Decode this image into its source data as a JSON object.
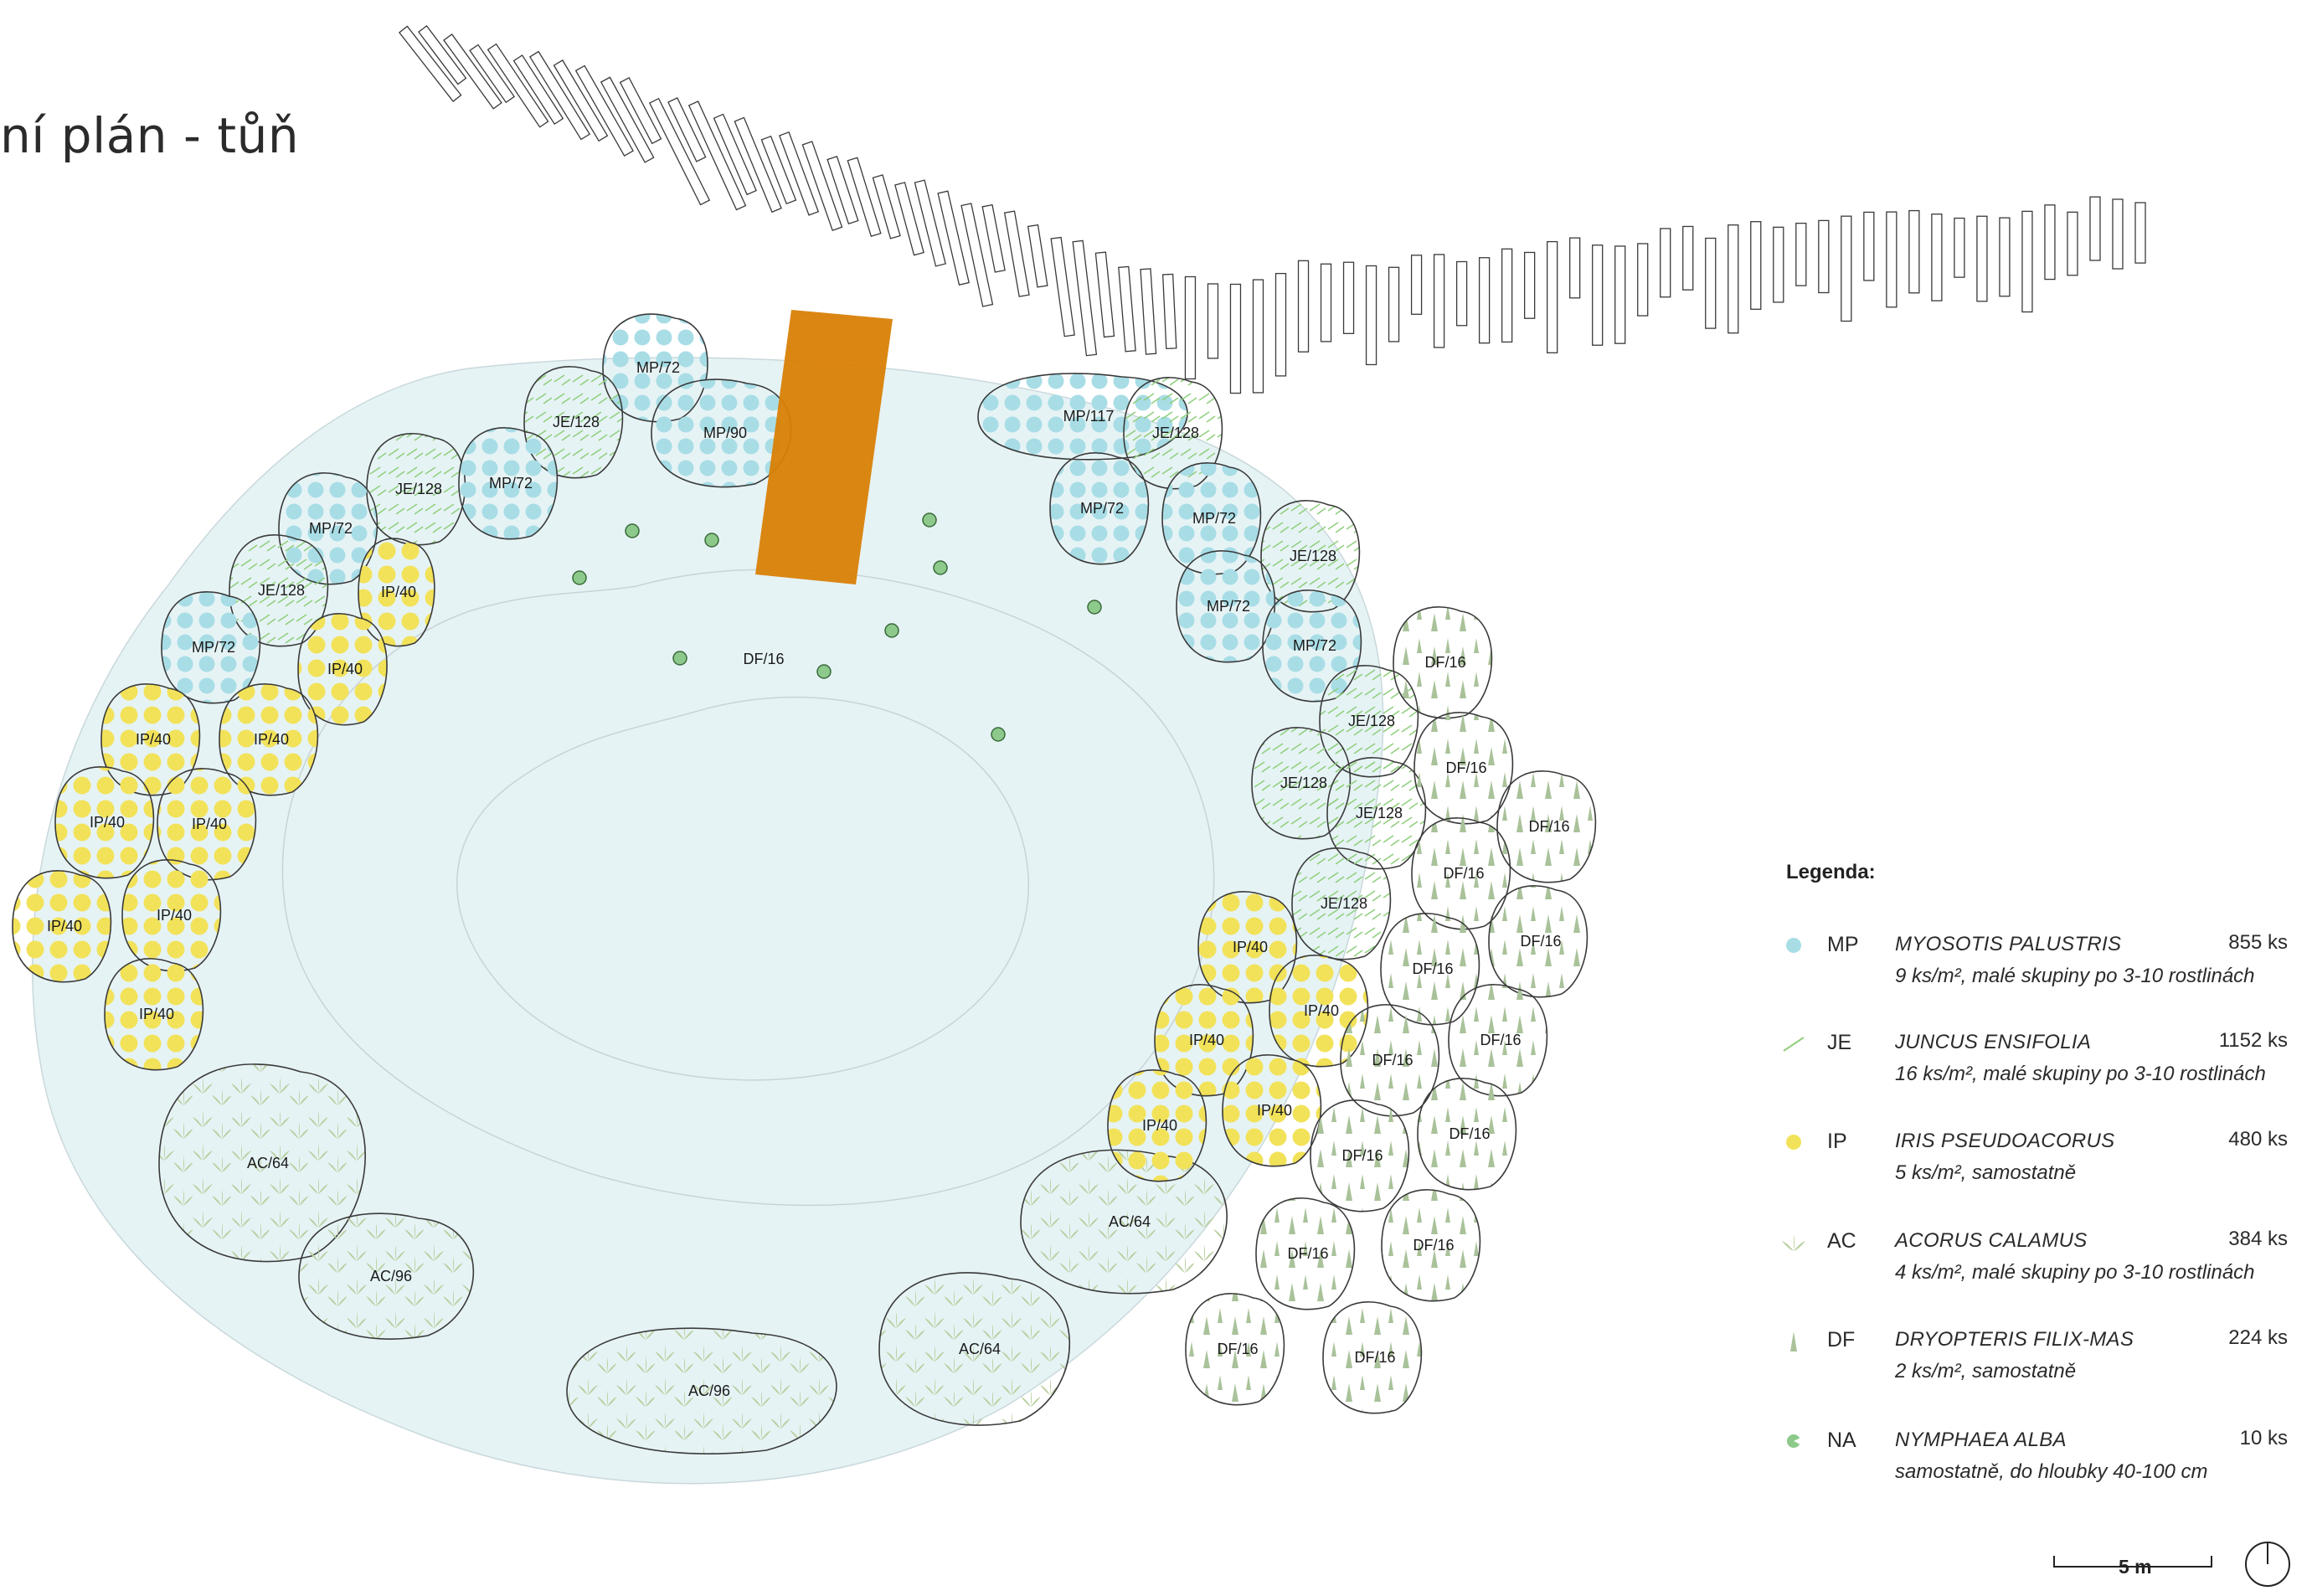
{
  "title": "ní plán - tůň",
  "zones": [
    {
      "label": "MP/72",
      "code": "MP"
    },
    {
      "label": "MP/90",
      "code": "MP"
    },
    {
      "label": "MP/117",
      "code": "MP"
    },
    {
      "label": "JE/128",
      "code": "JE"
    },
    {
      "label": "JE/128",
      "code": "JE"
    },
    {
      "label": "MP/72",
      "code": "MP"
    },
    {
      "label": "MP/72",
      "code": "MP"
    },
    {
      "label": "JE/128",
      "code": "JE"
    },
    {
      "label": "IP/40",
      "code": "IP"
    },
    {
      "label": "MP/72",
      "code": "MP"
    },
    {
      "label": "IP/40",
      "code": "IP"
    },
    {
      "label": "IP/40",
      "code": "IP"
    },
    {
      "label": "IP/40",
      "code": "IP"
    },
    {
      "label": "IP/40",
      "code": "IP"
    },
    {
      "label": "IP/40",
      "code": "IP"
    },
    {
      "label": "IP/40",
      "code": "IP"
    },
    {
      "label": "IP/40",
      "code": "IP"
    },
    {
      "label": "IP/40",
      "code": "IP"
    },
    {
      "label": "AC/64",
      "code": "AC"
    },
    {
      "label": "AC/96",
      "code": "AC"
    },
    {
      "label": "AC/96",
      "code": "AC"
    },
    {
      "label": "AC/64",
      "code": "AC"
    },
    {
      "label": "AC/64",
      "code": "AC"
    },
    {
      "label": "JE/128",
      "code": "JE"
    },
    {
      "label": "MP/72",
      "code": "MP"
    },
    {
      "label": "MP/72",
      "code": "MP"
    },
    {
      "label": "JE/128",
      "code": "JE"
    },
    {
      "label": "MP/72",
      "code": "MP"
    },
    {
      "label": "MP/72",
      "code": "MP"
    },
    {
      "label": "JE/128",
      "code": "JE"
    },
    {
      "label": "JE/128",
      "code": "JE"
    },
    {
      "label": "JE/128",
      "code": "JE"
    },
    {
      "label": "JE/128",
      "code": "JE"
    },
    {
      "label": "IP/40",
      "code": "IP"
    },
    {
      "label": "IP/40",
      "code": "IP"
    },
    {
      "label": "IP/40",
      "code": "IP"
    },
    {
      "label": "IP/40",
      "code": "IP"
    },
    {
      "label": "IP/40",
      "code": "IP"
    },
    {
      "label": "DF/16",
      "code": "DF"
    },
    {
      "label": "DF/16",
      "code": "DF"
    },
    {
      "label": "DF/16",
      "code": "DF"
    },
    {
      "label": "DF/16",
      "code": "DF"
    },
    {
      "label": "DF/16",
      "code": "DF"
    },
    {
      "label": "DF/16",
      "code": "DF"
    },
    {
      "label": "DF/16",
      "code": "DF"
    },
    {
      "label": "DF/16",
      "code": "DF"
    },
    {
      "label": "DF/16",
      "code": "DF"
    },
    {
      "label": "DF/16",
      "code": "DF"
    },
    {
      "label": "DF/16",
      "code": "DF"
    },
    {
      "label": "DF/16",
      "code": "DF"
    },
    {
      "label": "DF/16",
      "code": "DF"
    },
    {
      "label": "DF/16",
      "code": "DF"
    },
    {
      "label": "DF/16",
      "code": "DF"
    },
    {
      "label": "NA/10",
      "code": "NA"
    }
  ],
  "legend": {
    "title": "Legenda:",
    "items": [
      {
        "code": "MP",
        "species": "MYOSOTIS PALUSTRIS",
        "count": "855 ks",
        "desc": "9 ks/m², malé skupiny po 3-10 rostlinách",
        "color": "#a8dde6"
      },
      {
        "code": "JE",
        "species": "JUNCUS ENSIFOLIA",
        "count": "1152 ks",
        "desc": "16 ks/m², malé skupiny po 3-10 rostlinách",
        "color": "#8fcf7d"
      },
      {
        "code": "IP",
        "species": "IRIS PSEUDOACORUS",
        "count": "480 ks",
        "desc": "5 ks/m², samostatně",
        "color": "#f2e25a"
      },
      {
        "code": "AC",
        "species": "ACORUS CALAMUS",
        "count": "384 ks",
        "desc": "4 ks/m², malé skupiny po 3-10 rostlinách",
        "color": "#b9cfa0"
      },
      {
        "code": "DF",
        "species": "DRYOPTERIS FILIX-MAS",
        "count": "224 ks",
        "desc": "2 ks/m², samostatně",
        "color": "#a9c29a"
      },
      {
        "code": "NA",
        "species": "NYMPHAEA ALBA",
        "count": "10 ks",
        "desc": "samostatně, do hloubky 40-100 cm",
        "color": "#8cc98a"
      }
    ]
  },
  "scale": {
    "label": "5 m"
  },
  "colors": {
    "water": "#e6f3f5",
    "deck": "#d97f06",
    "outline": "#3a3a3a"
  }
}
